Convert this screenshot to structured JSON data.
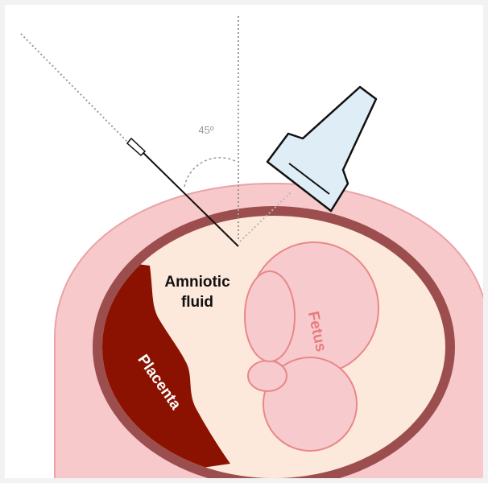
{
  "diagram": {
    "labels": {
      "angle": "45º",
      "fluid_line1": "Amniotic",
      "fluid_line2": "fluid",
      "fetus": "Fetus",
      "placenta": "Placenta"
    },
    "colors": {
      "body_skin": "#f8c9cb",
      "uterine_wall": "#9c4e4e",
      "amniotic_fluid": "#fde9db",
      "placenta": "#8b1200",
      "fetus_fill": "#f7cbcd",
      "fetus_stroke": "#e9878a",
      "fetus_label": "#e77c7c",
      "probe_fill": "#dfeef6",
      "guide_line": "#9a9a9a",
      "needle": "#111111"
    },
    "icons": [
      "needle-icon",
      "ultrasound-probe-icon"
    ]
  }
}
